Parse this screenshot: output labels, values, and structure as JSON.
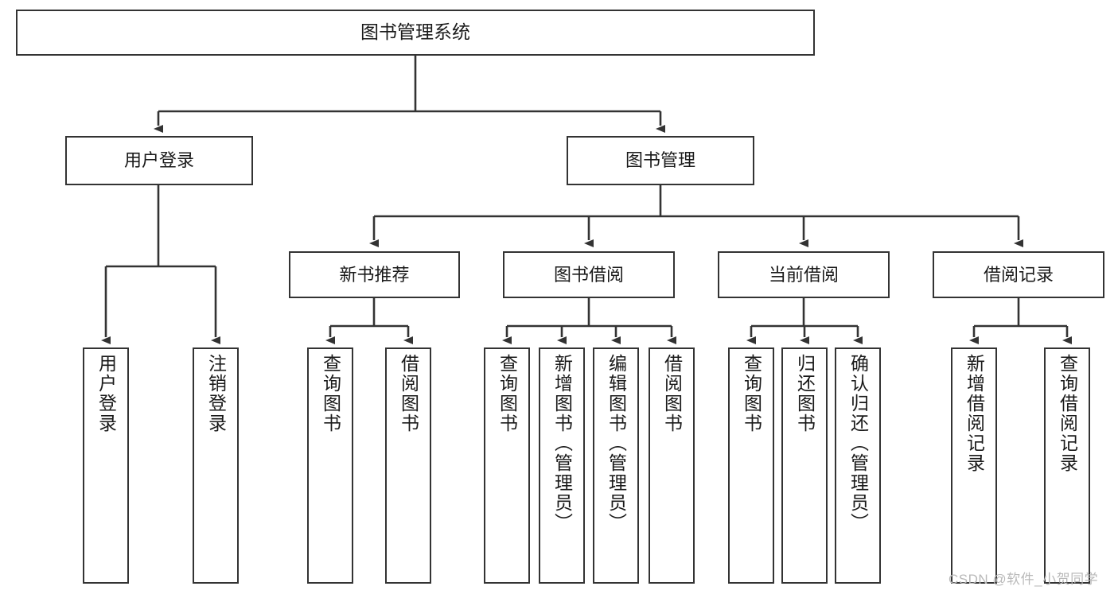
{
  "diagram": {
    "type": "tree-hierarchy-chart",
    "title": "图书管理系统",
    "background_color": "#ffffff",
    "box_border_color": "#333333",
    "edge_color": "#333333",
    "nodes": {
      "root": {
        "label": "图书管理系统",
        "level": 0
      },
      "login": {
        "label": "用户登录",
        "level": 1
      },
      "book_mgmt": {
        "label": "图书管理",
        "level": 1
      },
      "new_book": {
        "label": "新书推荐",
        "level": 2
      },
      "borrow": {
        "label": "图书借阅",
        "level": 2
      },
      "current": {
        "label": "当前借阅",
        "level": 2
      },
      "record": {
        "label": "借阅记录",
        "level": 2
      },
      "leaf_login_1": {
        "label": "用户登录",
        "level": 3
      },
      "leaf_login_2": {
        "label": "注销登录",
        "level": 3
      },
      "leaf_new_1": {
        "label": "查询图书",
        "level": 3
      },
      "leaf_new_2": {
        "label": "借阅图书",
        "level": 3
      },
      "leaf_borrow_1": {
        "label": "查询图书",
        "level": 3
      },
      "leaf_borrow_2": {
        "label": "新增图书（管理员）",
        "level": 3
      },
      "leaf_borrow_3": {
        "label": "编辑图书（管理员）",
        "level": 3
      },
      "leaf_borrow_4": {
        "label": "借阅图书",
        "level": 3
      },
      "leaf_current_1": {
        "label": "查询图书",
        "level": 3
      },
      "leaf_current_2": {
        "label": "归还图书",
        "level": 3
      },
      "leaf_current_3": {
        "label": "确认归还（管理员）",
        "level": 3
      },
      "leaf_record_1": {
        "label": "新增借阅记录",
        "level": 3
      },
      "leaf_record_2": {
        "label": "查询借阅记录",
        "level": 3
      }
    },
    "edges": [
      {
        "from": "root",
        "to": "login"
      },
      {
        "from": "root",
        "to": "book_mgmt"
      },
      {
        "from": "book_mgmt",
        "to": "new_book"
      },
      {
        "from": "book_mgmt",
        "to": "borrow"
      },
      {
        "from": "book_mgmt",
        "to": "current"
      },
      {
        "from": "book_mgmt",
        "to": "record"
      },
      {
        "from": "login",
        "to": "leaf_login_1"
      },
      {
        "from": "login",
        "to": "leaf_login_2"
      },
      {
        "from": "new_book",
        "to": "leaf_new_1"
      },
      {
        "from": "new_book",
        "to": "leaf_new_2"
      },
      {
        "from": "borrow",
        "to": "leaf_borrow_1"
      },
      {
        "from": "borrow",
        "to": "leaf_borrow_2"
      },
      {
        "from": "borrow",
        "to": "leaf_borrow_3"
      },
      {
        "from": "borrow",
        "to": "leaf_borrow_4"
      },
      {
        "from": "current",
        "to": "leaf_current_1"
      },
      {
        "from": "current",
        "to": "leaf_current_2"
      },
      {
        "from": "current",
        "to": "leaf_current_3"
      },
      {
        "from": "record",
        "to": "leaf_record_1"
      },
      {
        "from": "record",
        "to": "leaf_record_2"
      }
    ]
  },
  "watermark": {
    "text": "CSDN @软件_小贺同学",
    "color": "#b9b9b9"
  }
}
